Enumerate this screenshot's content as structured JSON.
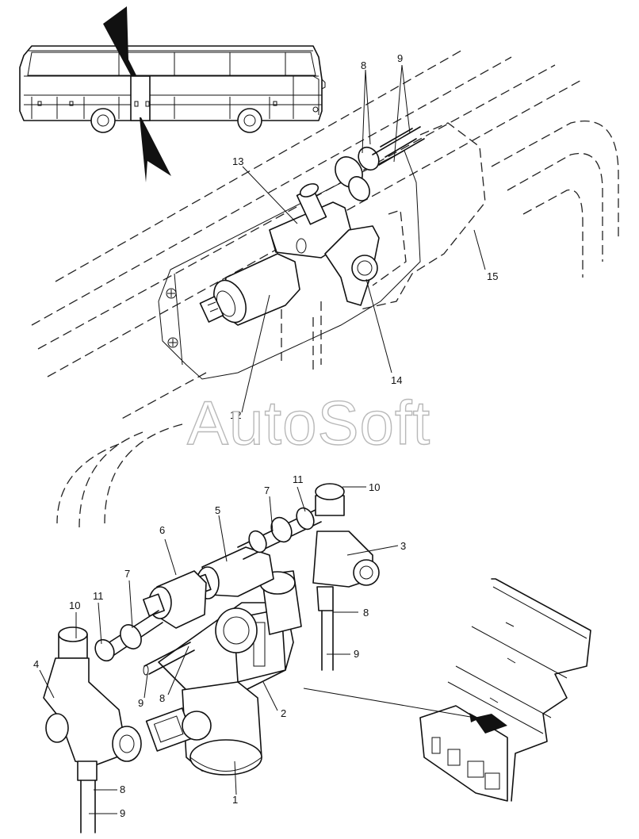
{
  "watermark": "AutoSoft",
  "callouts": {
    "c8_top": "8",
    "c9_top": "9",
    "c13": "13",
    "c15": "15",
    "c14": "14",
    "c12": "12",
    "c10_right": "10",
    "c11_right": "11",
    "c7_right": "7",
    "c5": "5",
    "c3": "3",
    "c6": "6",
    "c7_left": "7",
    "c10_left": "10",
    "c11_left": "11",
    "c4": "4",
    "c8_mid_right": "8",
    "c9_mid_right": "9",
    "c9_mid": "9",
    "c8_mid": "8",
    "c2": "2",
    "c8_bottom": "8",
    "c1": "1",
    "c9_bottom": "9"
  }
}
